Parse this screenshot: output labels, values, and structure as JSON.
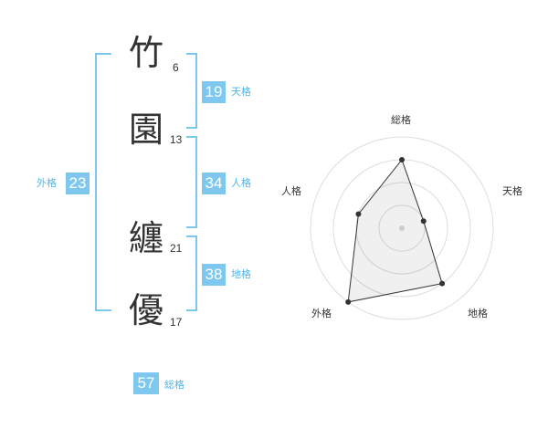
{
  "name_chars": [
    {
      "char": "竹",
      "strokes": "6"
    },
    {
      "char": "園",
      "strokes": "13"
    },
    {
      "char": "纏",
      "strokes": "21"
    },
    {
      "char": "優",
      "strokes": "17"
    }
  ],
  "kakusu": {
    "tenkaku": {
      "value": "19",
      "label": "天格"
    },
    "jinkaku": {
      "value": "34",
      "label": "人格"
    },
    "chikaku": {
      "value": "38",
      "label": "地格"
    },
    "gaikaku": {
      "value": "23",
      "label": "外格"
    },
    "soukaku": {
      "value": "57",
      "label": "総格"
    }
  },
  "colors": {
    "accent": "#7ec8f0",
    "label": "#55b4e6",
    "text": "#333333"
  },
  "chart_data": {
    "type": "radar",
    "axes": [
      "総格",
      "天格",
      "地格",
      "外格",
      "人格"
    ],
    "values": [
      0.75,
      0.25,
      0.75,
      1.0,
      0.5
    ],
    "rings": 4,
    "range": [
      0,
      1
    ]
  }
}
